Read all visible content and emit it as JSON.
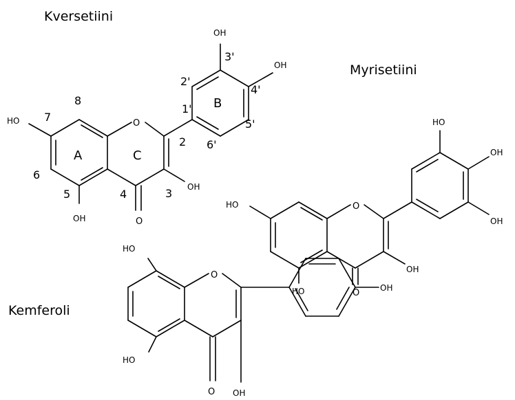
{
  "titles": {
    "quercetin": "Kversetiini",
    "myricetin": "Myrisetiini",
    "kaempferol": "Kemferoli"
  },
  "atoms": {
    "oxygen": "O",
    "hydroxyl": "OH",
    "hydroxyl_left": "HO"
  },
  "numbering": {
    "n2": "2",
    "n3": "3",
    "n4": "4",
    "n5": "5",
    "n6": "6",
    "n7": "7",
    "n8": "8",
    "n1p": "1'",
    "n2p": "2'",
    "n3p": "3'",
    "n4p": "4'",
    "n5p": "5'",
    "n6p": "6'"
  },
  "rings": {
    "a": "A",
    "b": "B",
    "c": "C"
  }
}
